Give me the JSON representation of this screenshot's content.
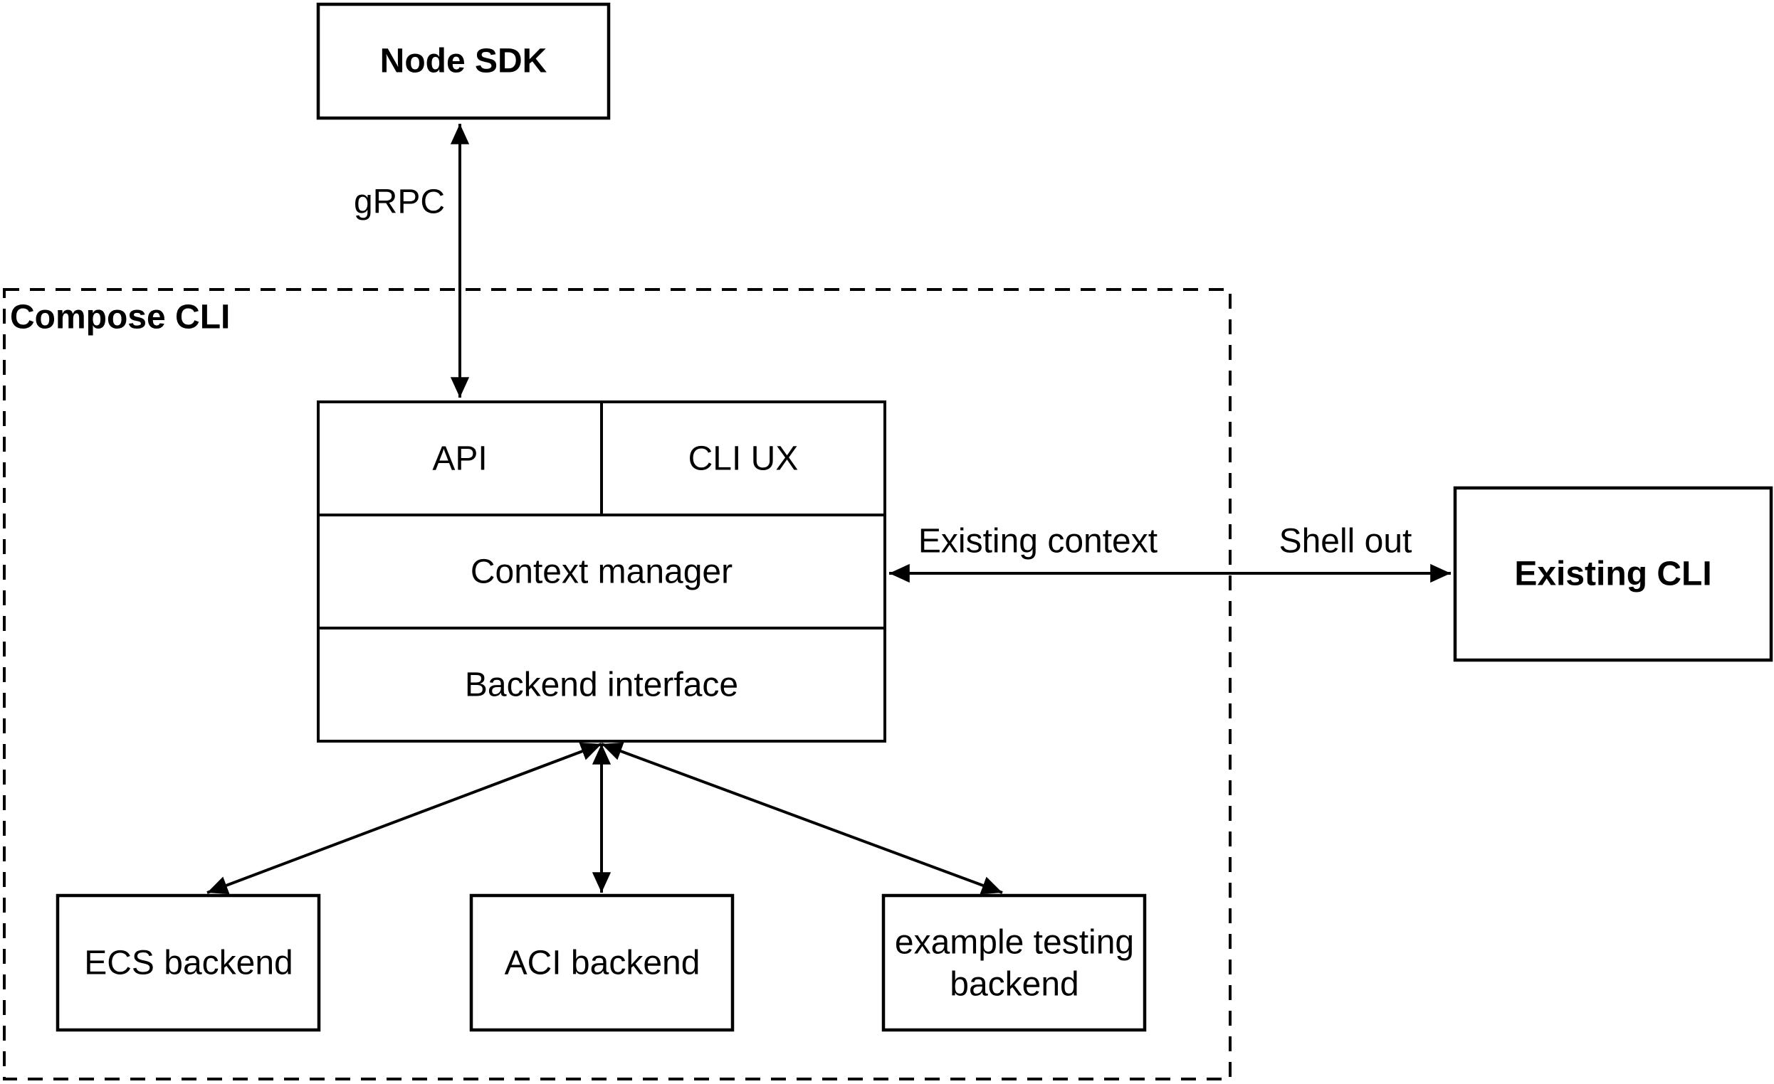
{
  "diagram": {
    "type": "architecture-diagram",
    "colors": {
      "background": "#ffffff",
      "stroke": "#000000",
      "text": "#000000"
    },
    "container": {
      "label": "Compose CLI"
    },
    "nodes": {
      "node_sdk": {
        "label": "Node SDK"
      },
      "api": {
        "label": "API"
      },
      "cli_ux": {
        "label": "CLI UX"
      },
      "context_manager": {
        "label": "Context manager"
      },
      "backend_interface": {
        "label": "Backend interface"
      },
      "existing_cli": {
        "label": "Existing CLI"
      },
      "ecs_backend": {
        "label": "ECS backend"
      },
      "aci_backend": {
        "label": "ACI backend"
      },
      "example_testing_backend": {
        "lines": [
          "example testing",
          "backend"
        ]
      }
    },
    "edges": {
      "grpc": {
        "label": "gRPC"
      },
      "existing_context": {
        "label": "Existing context"
      },
      "shell_out": {
        "label": "Shell out"
      }
    }
  }
}
